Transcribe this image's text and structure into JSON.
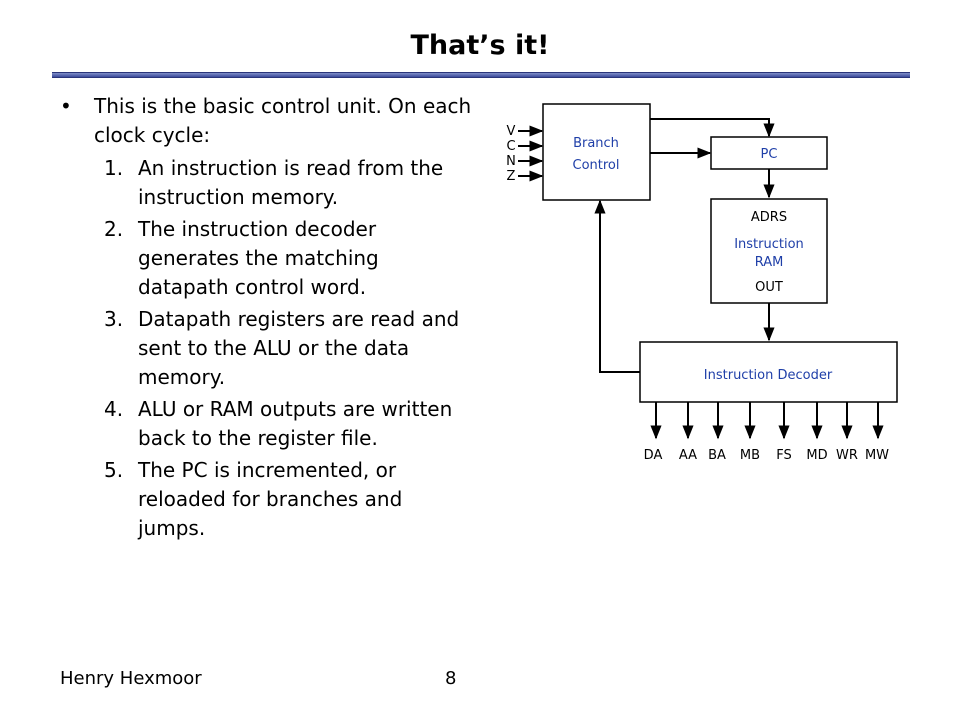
{
  "slide": {
    "title": "That’s it!",
    "bullet": "This is the basic control unit. On each clock cycle:",
    "steps": [
      {
        "num": "1.",
        "text": "An instruction is read from the instruction memory."
      },
      {
        "num": "2.",
        "text": "The instruction decoder generates the matching datapath control word."
      },
      {
        "num": "3.",
        "text": "Datapath registers are read and sent to the ALU or the data memory."
      },
      {
        "num": "4.",
        "text": "ALU or RAM outputs are written back to the register file."
      },
      {
        "num": "5.",
        "text": "The PC is incremented, or reloaded for branches and jumps."
      }
    ],
    "footer": {
      "author": "Henry Hexmoor",
      "page": "8"
    }
  },
  "diagram": {
    "branch_control": {
      "line1": "Branch",
      "line2": "Control"
    },
    "status_flags": [
      "V",
      "C",
      "N",
      "Z"
    ],
    "pc": "PC",
    "instruction_ram": {
      "adrs": "ADRS",
      "line1": "Instruction",
      "line2": "RAM",
      "out": "OUT"
    },
    "instruction_decoder": "Instruction Decoder",
    "control_outputs": [
      "DA",
      "AA",
      "BA",
      "MB",
      "FS",
      "MD",
      "WR",
      "MW"
    ]
  },
  "colors": {
    "diagram_text": "#1f3fa8",
    "title_rule": "#3b4a9a"
  }
}
